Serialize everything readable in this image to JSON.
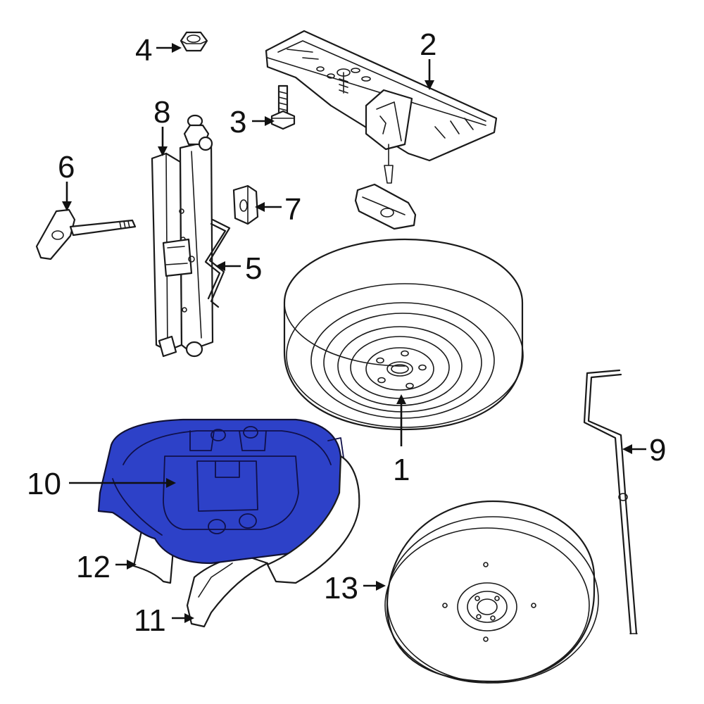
{
  "highlight_color": "#2d41c8",
  "callouts": [
    {
      "id": "1",
      "label": "1",
      "part": "spare-tire-wheel"
    },
    {
      "id": "2",
      "label": "2",
      "part": "spare-tire-carrier-bracket"
    },
    {
      "id": "3",
      "label": "3",
      "part": "bolt"
    },
    {
      "id": "4",
      "label": "4",
      "part": "nut"
    },
    {
      "id": "5",
      "label": "5",
      "part": "jack-bracket"
    },
    {
      "id": "6",
      "label": "6",
      "part": "hold-down-bolt"
    },
    {
      "id": "7",
      "label": "7",
      "part": "clip"
    },
    {
      "id": "8",
      "label": "8",
      "part": "scissor-jack"
    },
    {
      "id": "9",
      "label": "9",
      "part": "jack-handle"
    },
    {
      "id": "10",
      "label": "10",
      "part": "jack-storage-tray"
    },
    {
      "id": "11",
      "label": "11",
      "part": "tray-support"
    },
    {
      "id": "12",
      "label": "12",
      "part": "tray-bracket"
    },
    {
      "id": "13",
      "label": "13",
      "part": "compact-spare-wheel"
    }
  ]
}
